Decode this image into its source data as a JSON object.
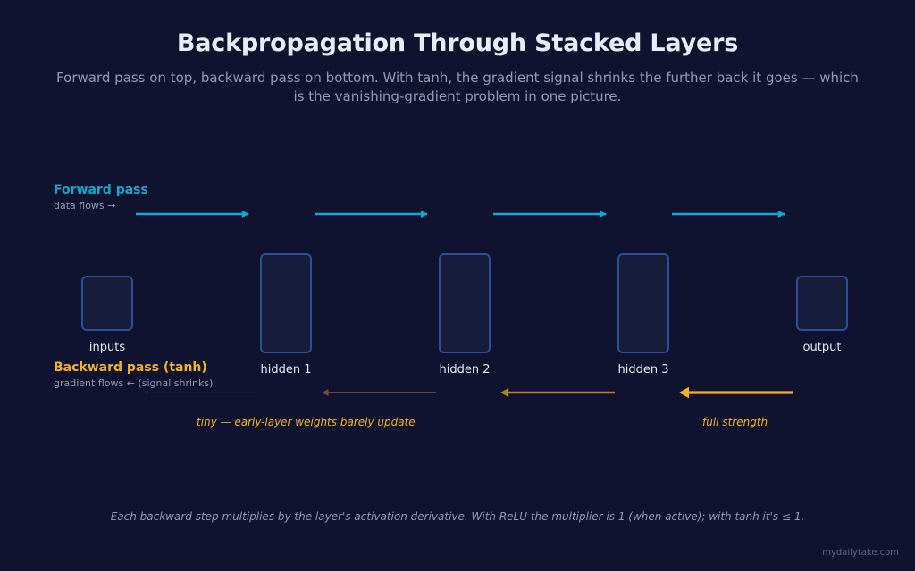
{
  "title": "Backpropagation Through Stacked Layers",
  "subtitle": "Forward pass on top, backward pass on bottom. With tanh, the gradient signal shrinks the further back it goes — which is the vanishing-gradient problem in one picture.",
  "forward": {
    "title": "Forward pass",
    "subtitle": "data flows →",
    "color": "#12a7cf"
  },
  "backward": {
    "title": "Backward pass (tanh)",
    "subtitle": "gradient flows ← (signal shrinks)",
    "color": "#f5b324",
    "relative_strength": [
      0.05,
      0.3,
      0.65,
      1.0
    ]
  },
  "layers": [
    "inputs",
    "hidden 1",
    "hidden 2",
    "hidden 3",
    "output"
  ],
  "annotations": {
    "tiny": "tiny — early-layer weights barely update",
    "full": "full strength"
  },
  "footnote": "Each backward step multiplies by the layer's activation derivative. With ReLU the multiplier is 1 (when active); with tanh it's ≤ 1.",
  "credit": "mydailytake.com",
  "colors": {
    "background": "#0f1330",
    "block_border": "#2c4f95",
    "block_fill": "#171c3a",
    "text": "#e8eef9",
    "muted": "#8f9ab4"
  }
}
